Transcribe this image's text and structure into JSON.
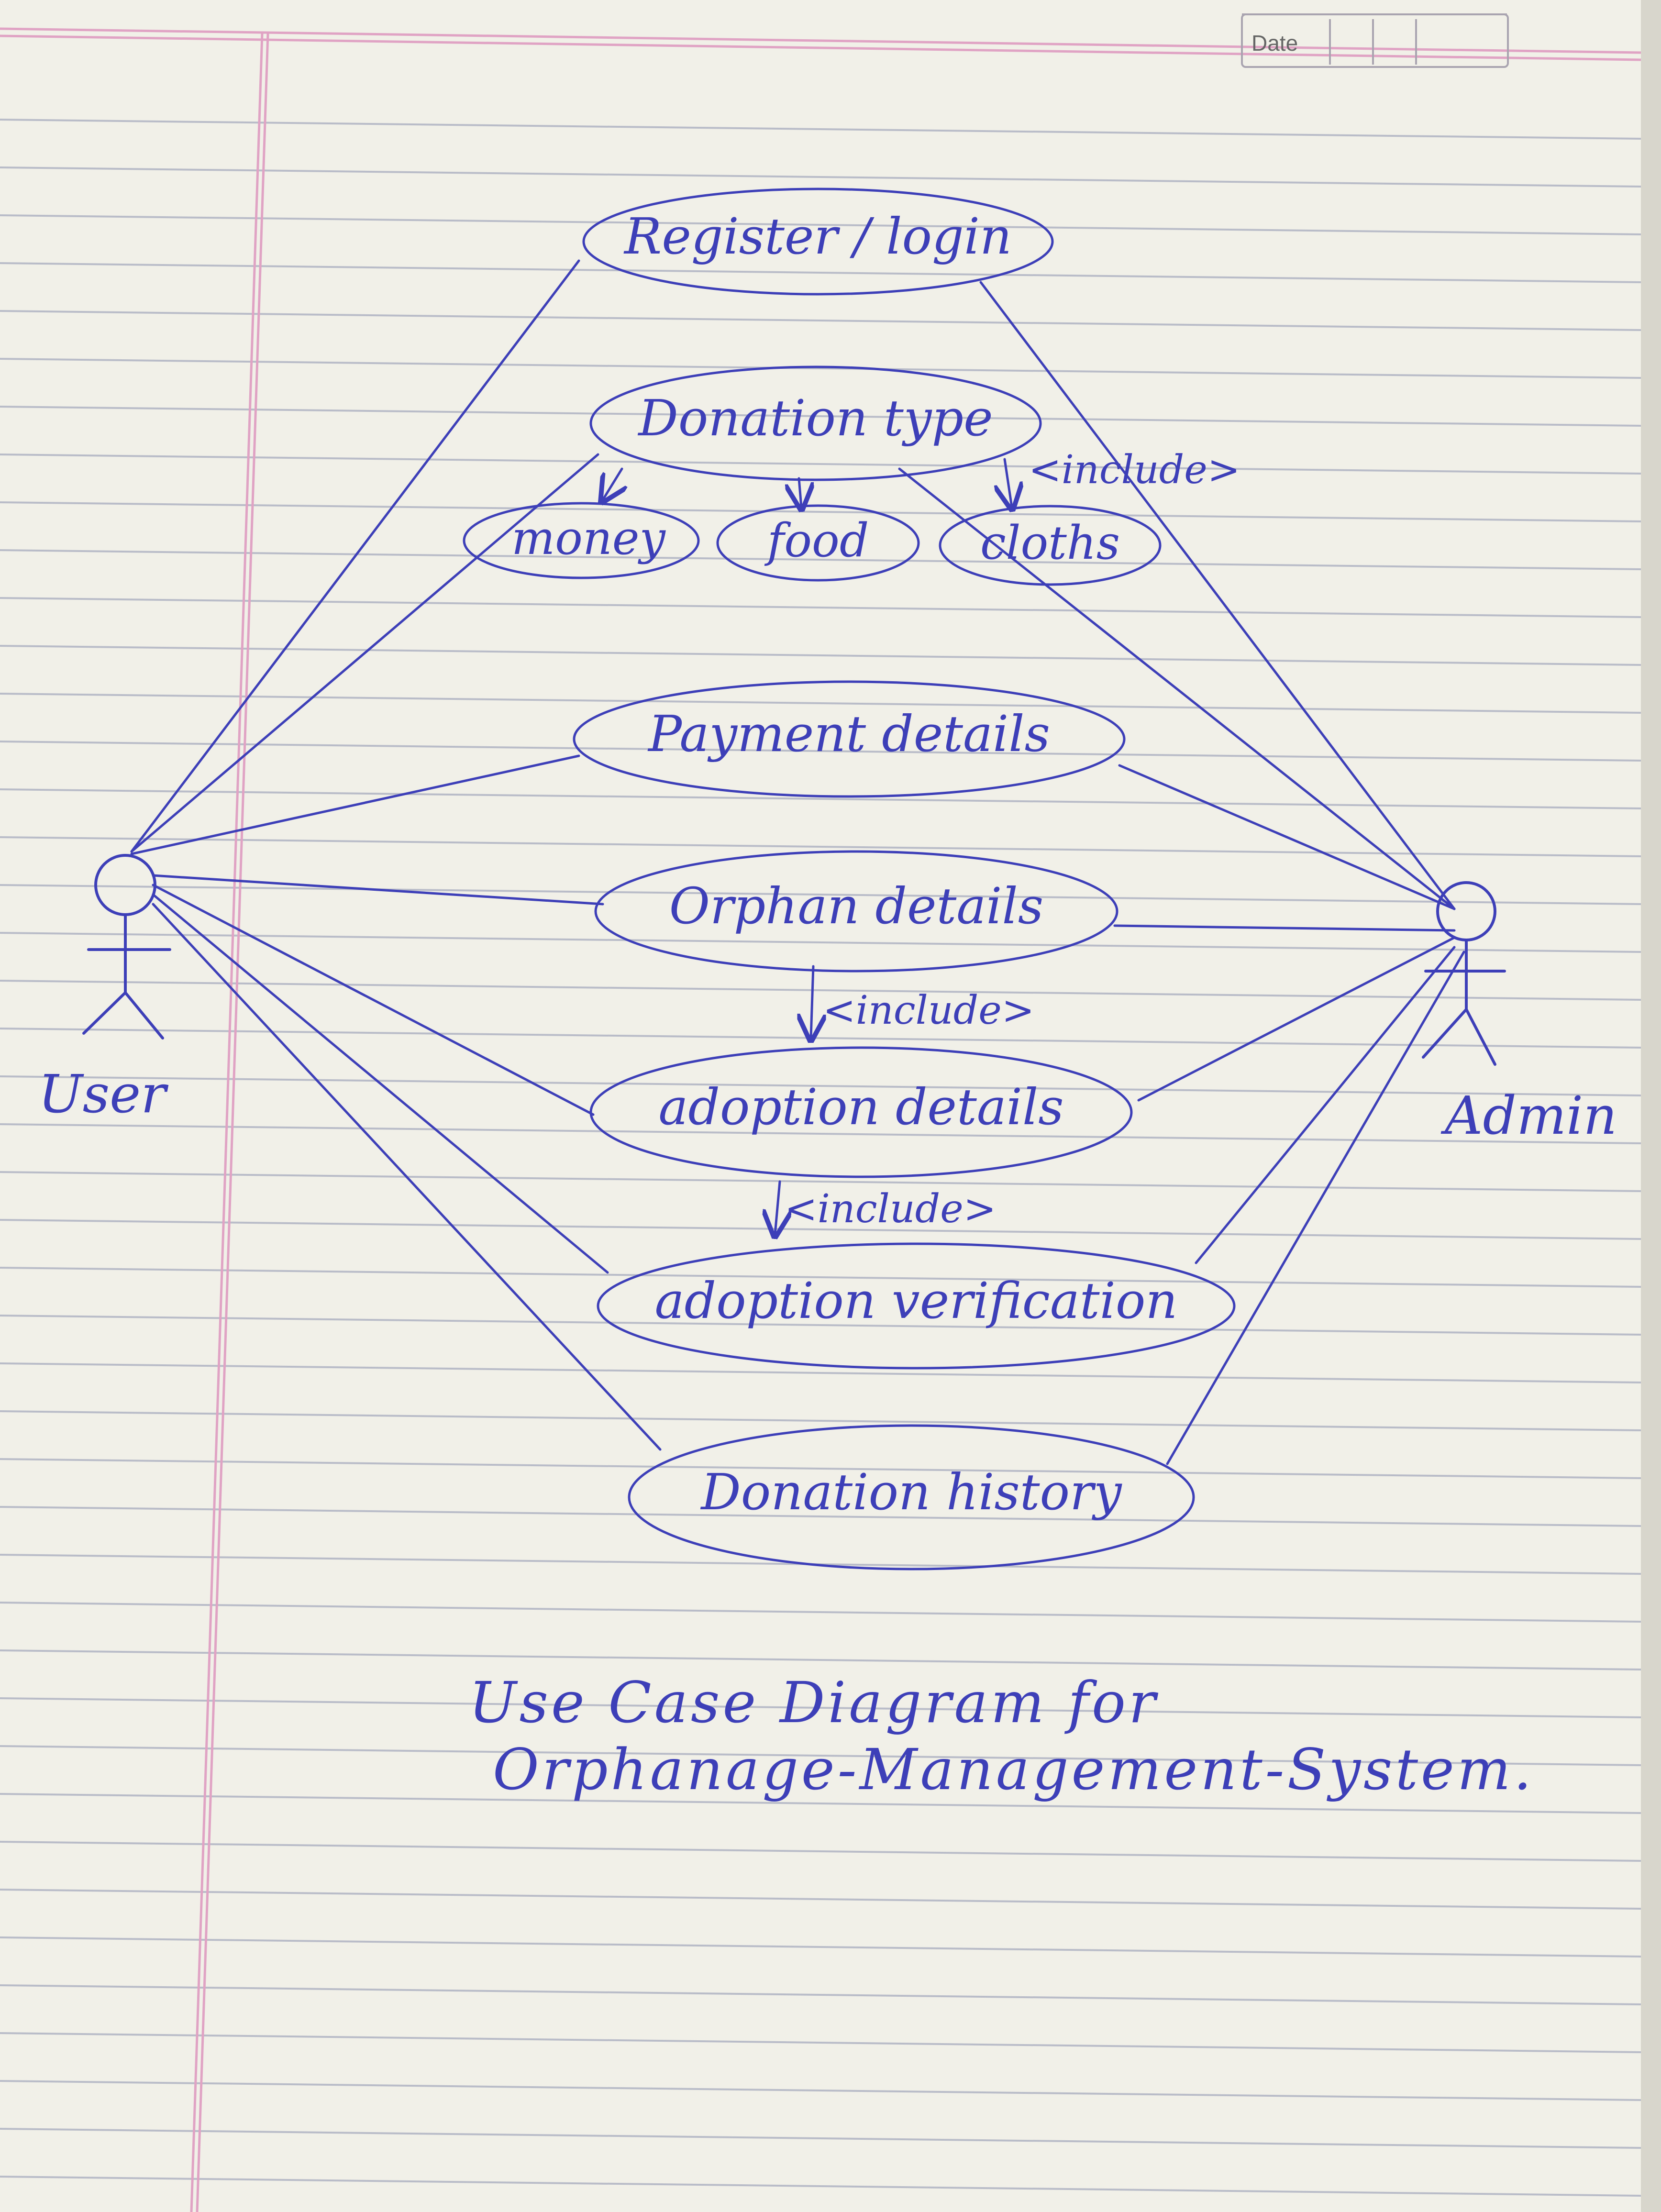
{
  "header": {
    "page_no_label": "",
    "date_label": "Date"
  },
  "actors": {
    "user": "User",
    "admin": "Admin"
  },
  "use_cases": {
    "register_login": "Register / login",
    "donation_type": "Donation type",
    "money": "money",
    "food": "food",
    "cloths": "cloths",
    "payment_details": "Payment details",
    "orphan_details": "Orphan details",
    "adoption_details": "adoption details",
    "adoption_verification": "adoption verification",
    "donation_history": "Donation history"
  },
  "stereotypes": {
    "include_1": "<include>",
    "include_2": "<include>",
    "include_3": "<include>"
  },
  "caption": {
    "line1": "Use Case Diagram for",
    "line2": "Orphanage-Management-System."
  },
  "colors": {
    "ink": "#3d3fb8",
    "paper": "#f1f0e8",
    "rule_line": "#b9bcc8",
    "margin_line": "#e0a3c4"
  }
}
